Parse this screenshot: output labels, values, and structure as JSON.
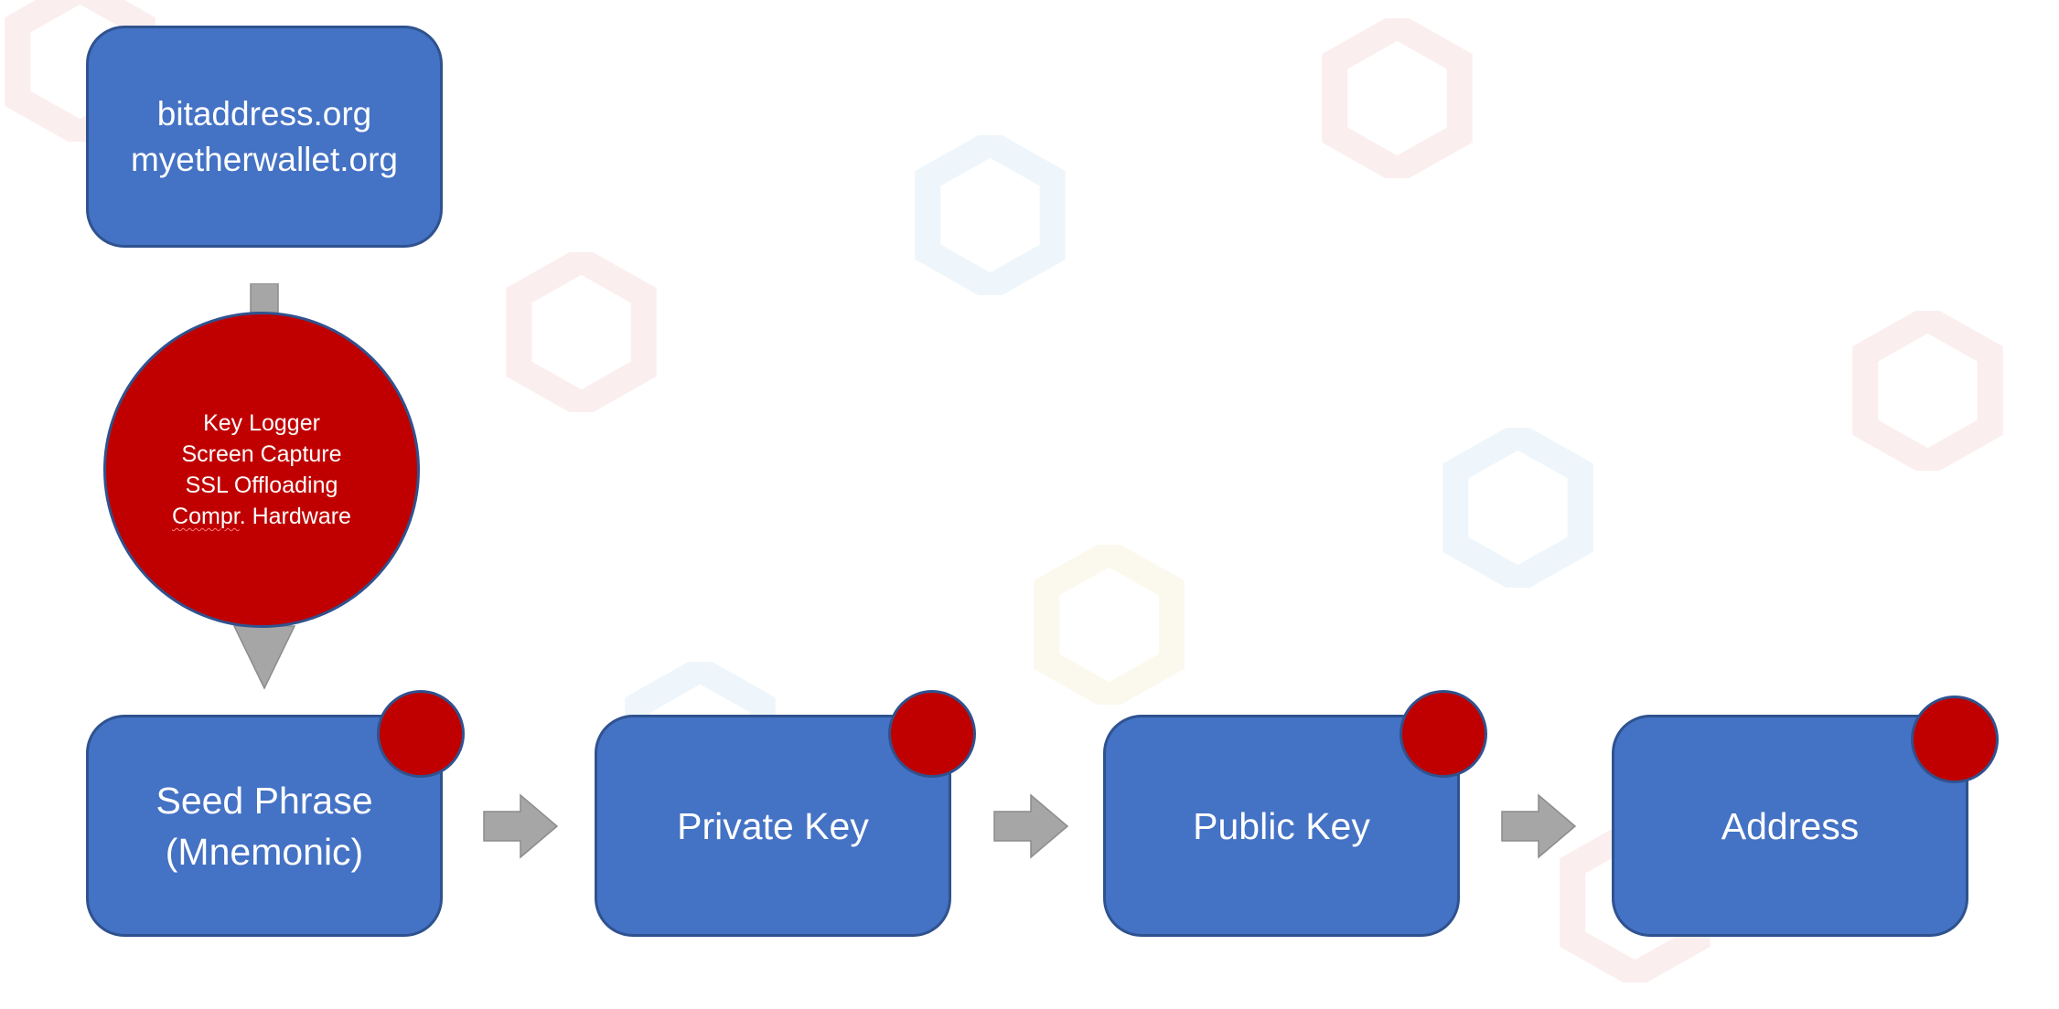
{
  "diagram": {
    "source_box": {
      "lines": [
        "bitaddress.org",
        "myetherwallet.org"
      ]
    },
    "threats": {
      "lines": [
        "Key Logger",
        "Screen Capture",
        "SSL Offloading"
      ],
      "last_line_underlined": "Compr",
      "last_line_rest": ". Hardware"
    },
    "flow": [
      {
        "lines": [
          "Seed Phrase",
          "(Mnemonic)"
        ]
      },
      {
        "lines": [
          "Private Key"
        ]
      },
      {
        "lines": [
          "Public Key"
        ]
      },
      {
        "lines": [
          "Address"
        ]
      }
    ],
    "colors": {
      "box_fill": "#4472c4",
      "box_border": "#2f528f",
      "threat_red": "#c00000",
      "arrow_gray": "#a6a6a6",
      "text": "#ffffff"
    }
  }
}
